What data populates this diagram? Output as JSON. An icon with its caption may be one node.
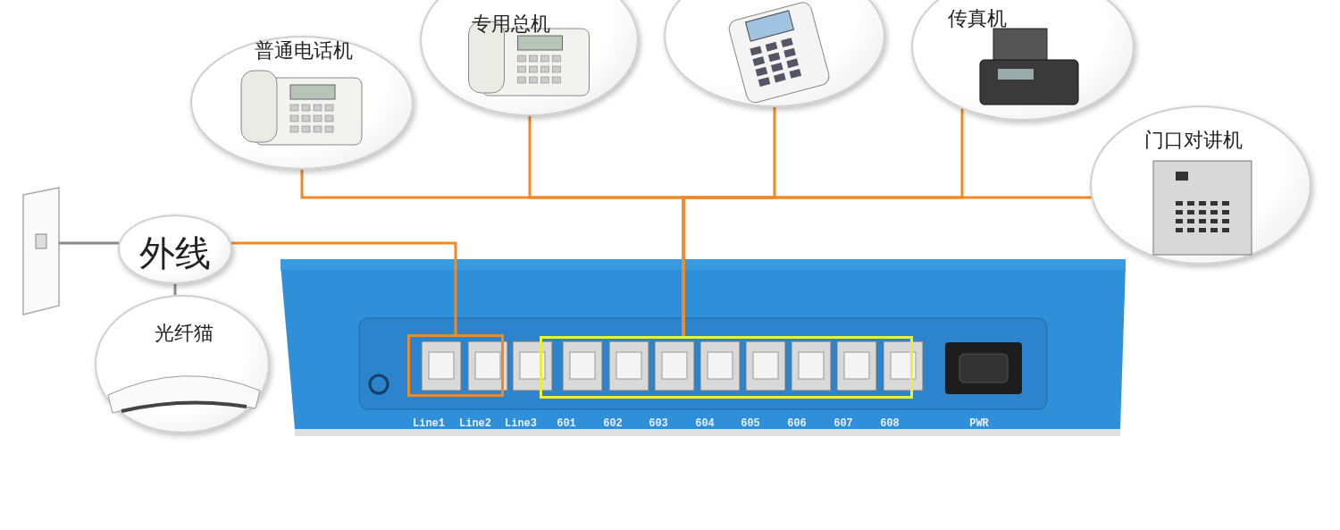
{
  "diagram": {
    "nodes": [
      {
        "text": [
          "普通电话机"
        ]
      },
      {
        "text": [
          "专用总机"
        ]
      },
      {
        "text": [],
        "shape": "picture"
      },
      {
        "text": [
          "传真机"
        ]
      },
      {
        "text": [
          "门口对讲机"
        ]
      },
      {
        "text": [],
        "shape": "picture"
      },
      {
        "text": [
          "外线"
        ]
      },
      {
        "text": [
          "光纤猫"
        ]
      },
      {
        "text": [],
        "shape": "picture"
      },
      {
        "text": [],
        "shape": "box",
        "in": 8
      },
      {
        "text": [],
        "shape": "box",
        "in": 8
      }
    ],
    "edges": [
      {
        "from": 6,
        "to": 9,
        "arrow": "none"
      },
      {
        "from": 0,
        "to": 10,
        "arrow": "none"
      },
      {
        "from": 1,
        "to": 10,
        "arrow": "none"
      },
      {
        "from": 2,
        "to": 10,
        "arrow": "none"
      },
      {
        "from": 3,
        "to": 10,
        "arrow": "none"
      },
      {
        "from": 4,
        "to": 10,
        "arrow": "none"
      },
      {
        "from": 5,
        "to": 6,
        "arrow": "none",
        "color": "#8c8c8c"
      },
      {
        "from": 6,
        "to": 7,
        "arrow": "none",
        "color": "#8c8c8c"
      }
    ],
    "labels": [
      "Line1",
      "Line2",
      "Line3",
      "601",
      "602",
      "603",
      "604",
      "605",
      "606",
      "607",
      "608",
      "PWR"
    ]
  }
}
